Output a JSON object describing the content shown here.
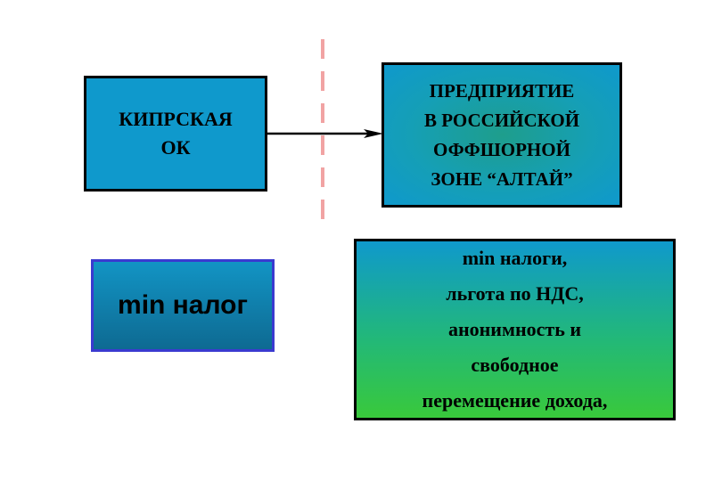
{
  "cyprus_company": {
    "lines": [
      "КИПРСКАЯ",
      "ОК"
    ]
  },
  "enterprise": {
    "lines": [
      "ПРЕДПРИЯТИЕ",
      "В РОССИЙСКОЙ",
      "ОФФШОРНОЙ",
      "ЗОНЕ “АЛТАЙ”"
    ]
  },
  "min_tax": {
    "label": "min налог"
  },
  "benefits": {
    "lines": [
      "min налоги,",
      "льгота по НДС,",
      "анонимность и",
      "свободное",
      "перемещение дохода,"
    ]
  },
  "colors": {
    "box_blue": "#0f99cc",
    "box_green": "#39c93b",
    "divider": "#f1a3a3",
    "border": "#000000",
    "min_tax_border": "#3a3ad0"
  }
}
